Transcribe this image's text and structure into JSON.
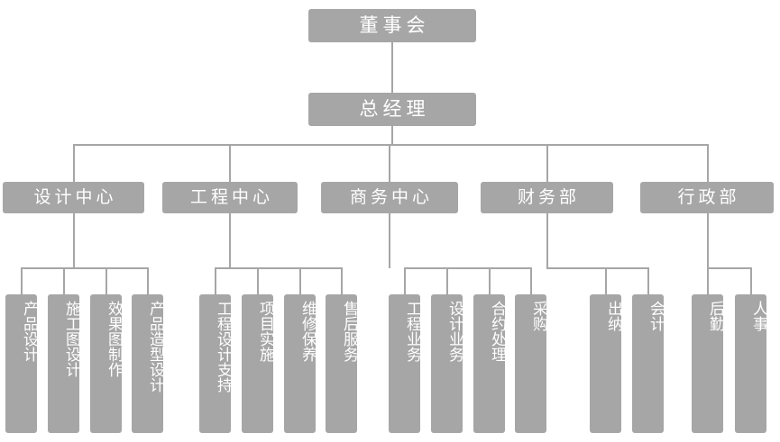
{
  "chart": {
    "title_text": "",
    "type": "org-chart",
    "colors": {
      "box_fill": "#a6a6a6",
      "box_text": "#ffffff",
      "connector": "#a6a6a6",
      "background": "#ffffff"
    },
    "levels": {
      "level1": {
        "label": "董事会"
      },
      "level2": {
        "label": "总经理"
      },
      "level3": [
        {
          "label": "设计中心"
        },
        {
          "label": "工程中心"
        },
        {
          "label": "商务中心"
        },
        {
          "label": "财务部"
        },
        {
          "label": "行政部"
        }
      ],
      "level4": [
        {
          "label": "产品设计",
          "parent": "设计中心"
        },
        {
          "label": "施工图设计",
          "parent": "设计中心"
        },
        {
          "label": "效果图制作",
          "parent": "设计中心"
        },
        {
          "label": "产品造型设计",
          "parent": "设计中心"
        },
        {
          "label": "工程设计支持",
          "parent": "工程中心"
        },
        {
          "label": "项目实施",
          "parent": "工程中心"
        },
        {
          "label": "维修保养",
          "parent": "工程中心"
        },
        {
          "label": "售后服务",
          "parent": "工程中心"
        },
        {
          "label": "工程业务",
          "parent": "商务中心"
        },
        {
          "label": "设计业务",
          "parent": "商务中心"
        },
        {
          "label": "合约处理",
          "parent": "商务中心"
        },
        {
          "label": "采购",
          "parent": "商务中心"
        },
        {
          "label": "出纳",
          "parent": "财务部"
        },
        {
          "label": "会计",
          "parent": "财务部"
        },
        {
          "label": "后勤",
          "parent": "行政部"
        },
        {
          "label": "人事",
          "parent": "行政部"
        }
      ]
    }
  }
}
